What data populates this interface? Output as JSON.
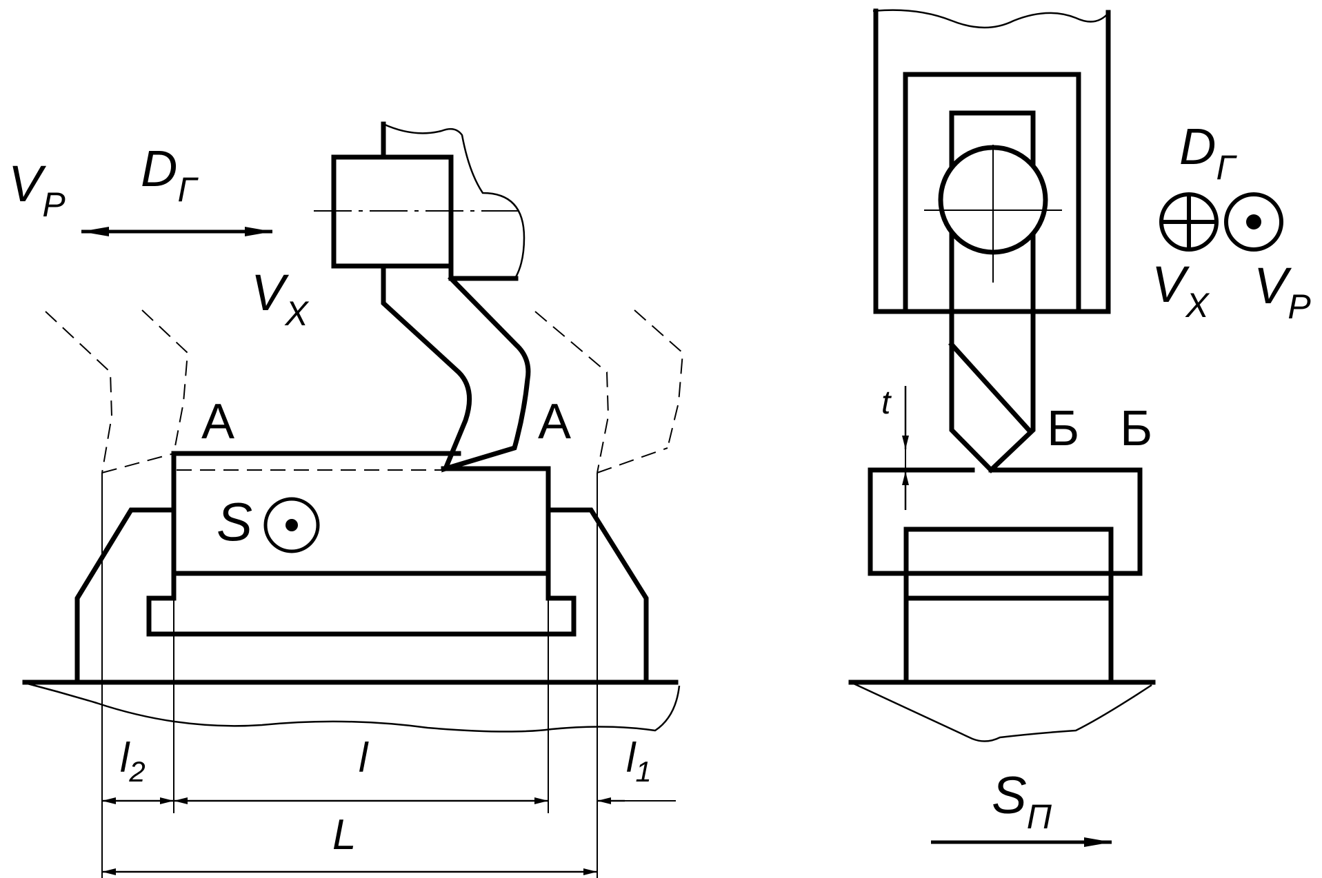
{
  "labels": {
    "vp_main": "V",
    "vp_main_sub": "P",
    "dg_main": "D",
    "dg_main_sub": "Г",
    "vx_main": "V",
    "vx_main_sub": "X",
    "section_a_left": "А",
    "section_a_right": "А",
    "feed_s": "S",
    "dim_l2": "l",
    "dim_l2_sub": "2",
    "dim_l": "l",
    "dim_l1": "l",
    "dim_l1_sub": "1",
    "dim_L": "L",
    "dg_side": "D",
    "dg_side_sub": "Г",
    "vx_side": "V",
    "vx_side_sub": "X",
    "vp_side": "V",
    "vp_side_sub": "P",
    "depth_t": "t",
    "section_b_left": "Б",
    "section_b_right": "Б",
    "feed_sp": "S",
    "feed_sp_sub": "П"
  }
}
